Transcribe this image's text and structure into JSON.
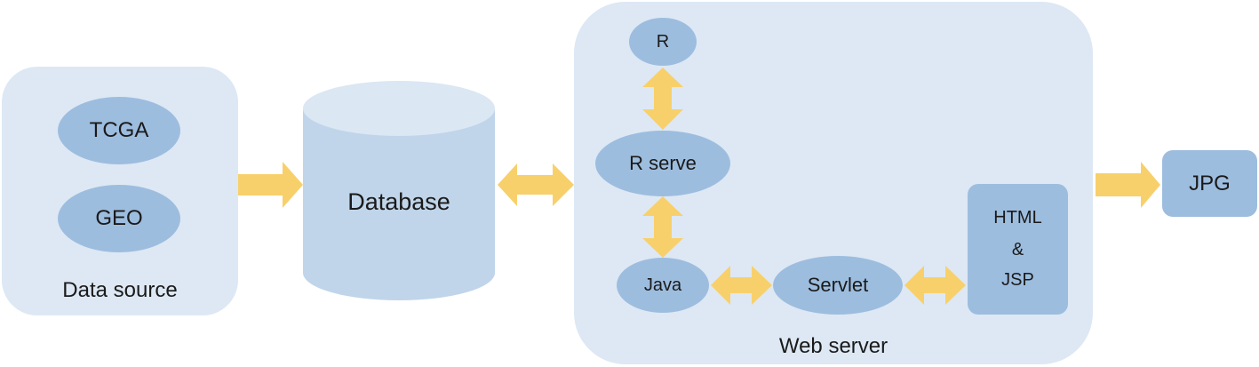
{
  "colors": {
    "panel": "#dde8f4",
    "node": "#9dbddf",
    "cylinder_body": "#c0d5ea",
    "cylinder_top": "#dbe7f3",
    "arrow": "#f8d06b"
  },
  "data_source": {
    "title": "Data source",
    "items": [
      "TCGA",
      "GEO"
    ]
  },
  "database": {
    "label": "Database"
  },
  "web_server": {
    "title": "Web server",
    "nodes": {
      "r": "R",
      "rserve": "R serve",
      "java": "Java",
      "servlet": "Servlet",
      "html_jsp": [
        "HTML",
        "&",
        "JSP"
      ]
    }
  },
  "output": {
    "label": "JPG"
  },
  "edges": [
    {
      "from": "Data source",
      "to": "Database",
      "direction": "one-way"
    },
    {
      "from": "Database",
      "to": "Web server",
      "direction": "two-way"
    },
    {
      "from": "R",
      "to": "R serve",
      "direction": "two-way"
    },
    {
      "from": "R serve",
      "to": "Java",
      "direction": "two-way"
    },
    {
      "from": "Java",
      "to": "Servlet",
      "direction": "two-way"
    },
    {
      "from": "Servlet",
      "to": "HTML & JSP",
      "direction": "two-way"
    },
    {
      "from": "Web server",
      "to": "JPG",
      "direction": "one-way"
    }
  ]
}
